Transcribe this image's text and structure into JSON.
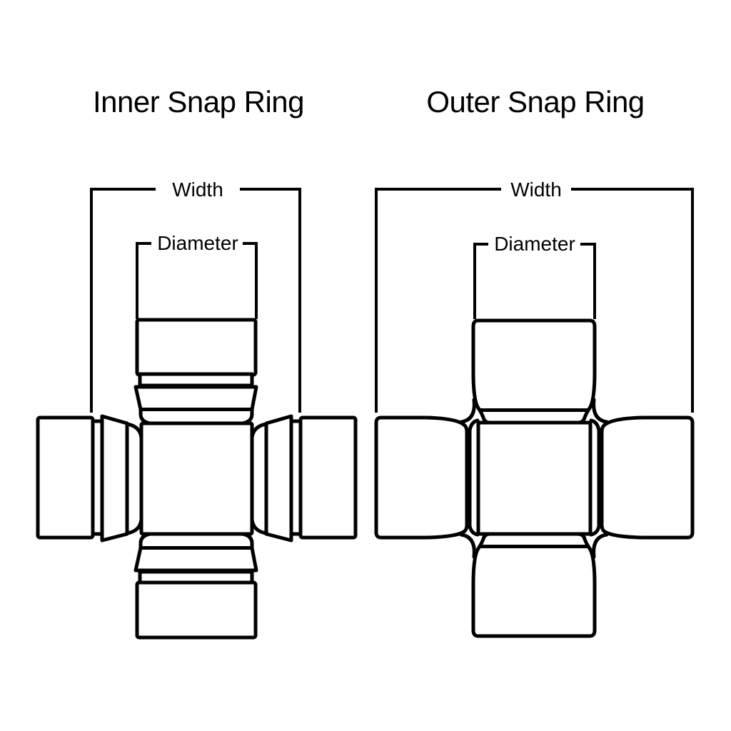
{
  "colors": {
    "background": "#ffffff",
    "line": "#000000"
  },
  "diagrams": [
    {
      "id": "inner-snap-ring",
      "title": "Inner Snap Ring",
      "width_label": "Width",
      "diameter_label": "Diameter"
    },
    {
      "id": "outer-snap-ring",
      "title": "Outer Snap Ring",
      "width_label": "Width",
      "diameter_label": "Diameter"
    }
  ]
}
